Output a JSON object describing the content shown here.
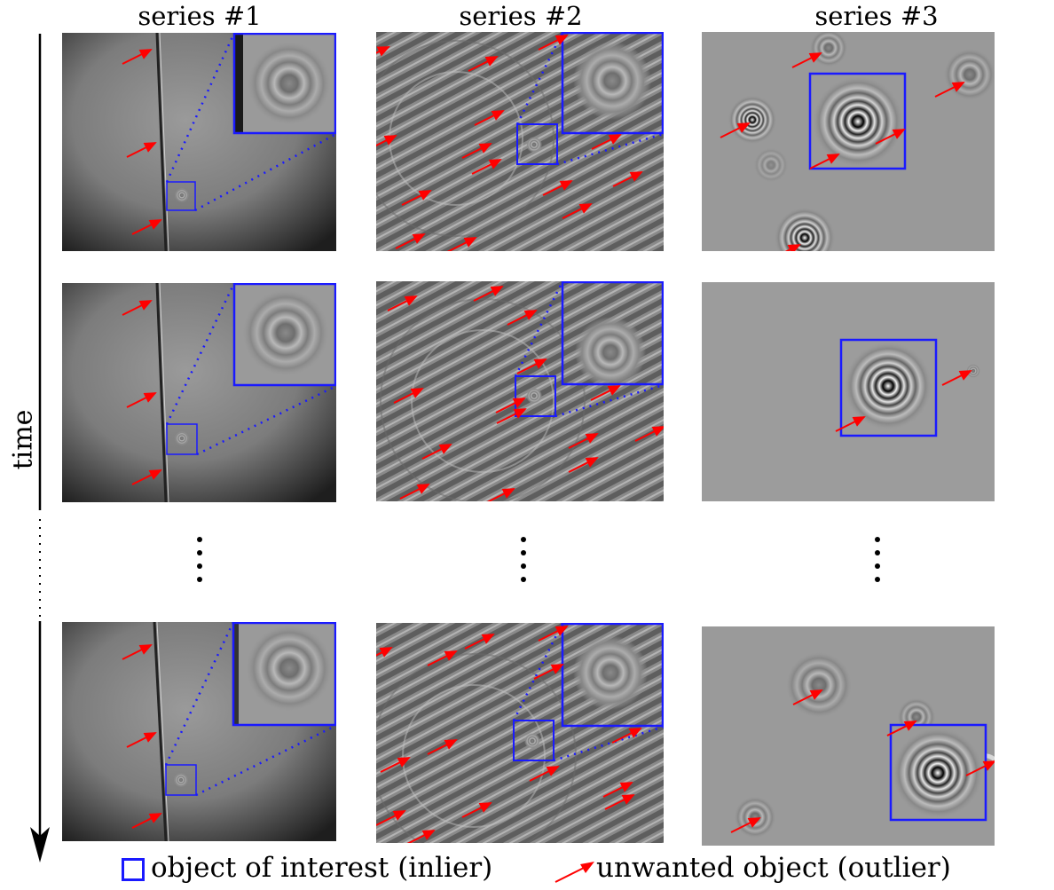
{
  "columns": [
    {
      "title": "series #1"
    },
    {
      "title": "series #2"
    },
    {
      "title": "series #3"
    }
  ],
  "axis": {
    "time_label": "time"
  },
  "legend": {
    "inlier_label": "object of interest (inlier)",
    "outlier_label": "unwanted object (outlier)"
  },
  "colors": {
    "inlier_box": "#1a1aff",
    "outlier_arrow": "#ff0000",
    "axis": "#000000"
  }
}
